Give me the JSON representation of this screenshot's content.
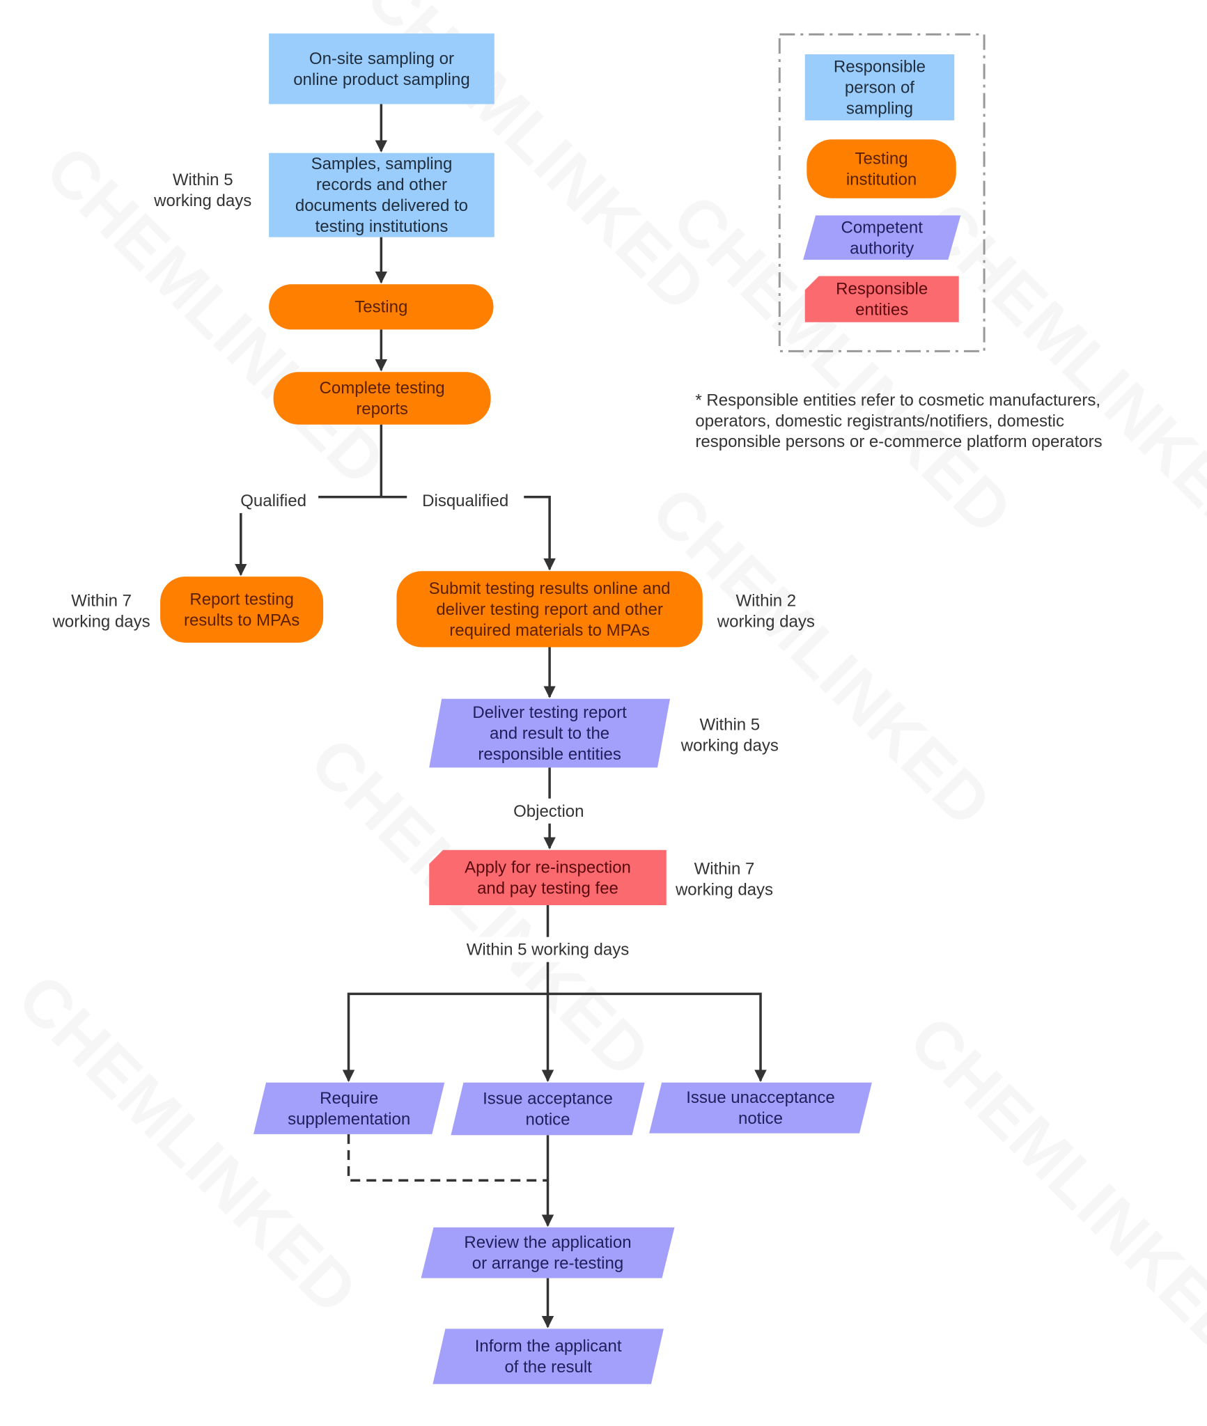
{
  "colors": {
    "sampling": "#9ACDFB",
    "testing": "#FF8000",
    "authority": "#A3A0FB",
    "entities": "#FB6A6E",
    "text_dark": "#1f2d3d",
    "text_testing": "#5a1e00",
    "text_authority": "#1f1f5c",
    "text_entities": "#5a0a0f",
    "line": "#333333",
    "legend_border": "#999999"
  },
  "watermark": "CHEMLINKED",
  "legend": {
    "items": [
      {
        "id": "legend-sampling",
        "label": [
          "Responsible",
          "person of",
          "sampling"
        ]
      },
      {
        "id": "legend-testing",
        "label": [
          "Testing",
          "institution"
        ]
      },
      {
        "id": "legend-authority",
        "label": [
          "Competent",
          "authority"
        ]
      },
      {
        "id": "legend-entities",
        "label": [
          "Responsible",
          "entities"
        ]
      }
    ]
  },
  "footnote": [
    "* Responsible entities refer to cosmetic manufacturers,",
    "operators, domestic registrants/notifiers, domestic",
    "responsible persons or e-commerce platform operators"
  ],
  "nodes": [
    {
      "id": "n1",
      "label": [
        "On-site sampling or",
        "online product sampling"
      ]
    },
    {
      "id": "n2",
      "label": [
        "Samples, sampling",
        "records and other",
        "documents delivered to",
        "testing institutions"
      ]
    },
    {
      "id": "n3",
      "label": [
        "Testing"
      ]
    },
    {
      "id": "n4",
      "label": [
        "Complete testing",
        "reports"
      ]
    },
    {
      "id": "n5",
      "label": [
        "Report testing",
        "results to MPAs"
      ]
    },
    {
      "id": "n6",
      "label": [
        "Submit testing results online and",
        "deliver testing report and other",
        "required materials to MPAs"
      ]
    },
    {
      "id": "n7",
      "label": [
        "Deliver testing report",
        "and result to the",
        "responsible entities"
      ]
    },
    {
      "id": "n8",
      "label": [
        "Apply for re-inspection",
        "and pay testing fee"
      ]
    },
    {
      "id": "n9",
      "label": [
        "Require",
        "supplementation"
      ]
    },
    {
      "id": "n10",
      "label": [
        "Issue acceptance",
        "notice"
      ]
    },
    {
      "id": "n11",
      "label": [
        "Issue unacceptance",
        "notice"
      ]
    },
    {
      "id": "n12",
      "label": [
        "Review the application",
        "or arrange re-testing"
      ]
    },
    {
      "id": "n13",
      "label": [
        "Inform the applicant",
        "of the result"
      ]
    }
  ],
  "labels": [
    {
      "id": "t-within5-a",
      "lines": [
        "Within 5",
        "working days"
      ]
    },
    {
      "id": "t-within7-a",
      "lines": [
        "Within 7",
        "working days"
      ]
    },
    {
      "id": "t-within2",
      "lines": [
        "Within 2",
        "working days"
      ]
    },
    {
      "id": "t-within5-b",
      "lines": [
        "Within 5",
        "working days"
      ]
    },
    {
      "id": "t-within7-b",
      "lines": [
        "Within 7",
        "working days"
      ]
    },
    {
      "id": "t-qualified",
      "lines": [
        "Qualified"
      ]
    },
    {
      "id": "t-disqualified",
      "lines": [
        "Disqualified"
      ]
    },
    {
      "id": "t-objection",
      "lines": [
        "Objection"
      ]
    },
    {
      "id": "t-within5-c",
      "lines": [
        "Within 5 working days"
      ]
    }
  ]
}
